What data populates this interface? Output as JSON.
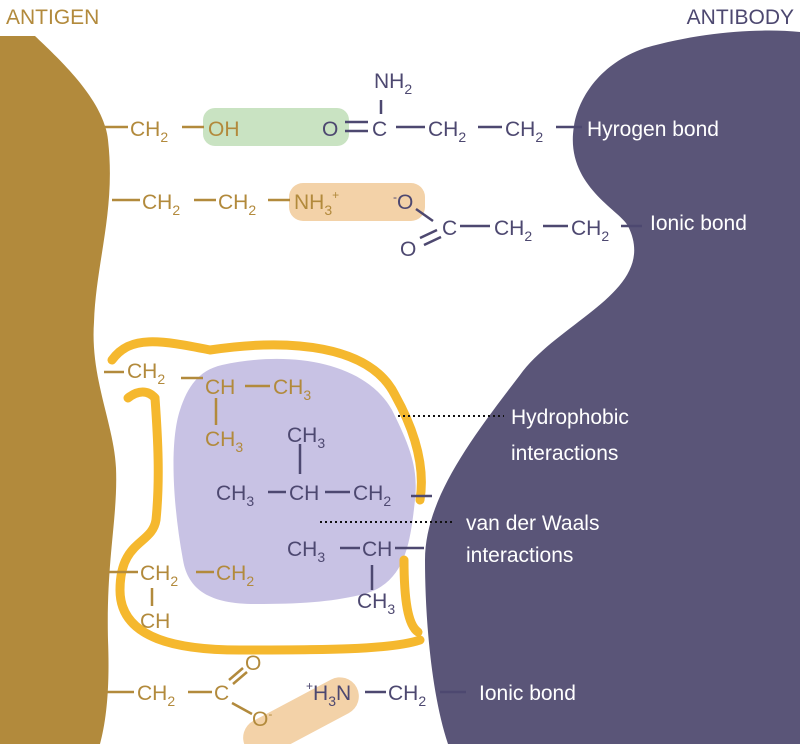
{
  "titles": {
    "antigen": "ANTIGEN",
    "antibody": "ANTIBODY"
  },
  "colors": {
    "antigen": "#b28a3c",
    "antibody": "#5a5578",
    "antibody_text": "#4d4870",
    "hydrophobic_patch": "#c8c2e4",
    "hydrophobic_outline": "#f5b82e",
    "hbond_highlight": "#c9e3c2",
    "ionic_highlight": "#f3d2a8"
  },
  "bond_labels": {
    "hydrogen": "Hyrogen bond",
    "ionic_1": "Ionic bond",
    "hydrophobic_1": "Hydrophobic",
    "hydrophobic_2": "interactions",
    "vdw_1": "van der Waals",
    "vdw_2": "interactions",
    "ionic_2": "Ionic bond"
  },
  "chem": {
    "ch": "CH",
    "c": "C",
    "o": "O",
    "oh": "OH",
    "n": "N",
    "nh": "NH",
    "h": "H",
    "sub2": "2",
    "sub3": "3",
    "plus": "+",
    "minus": "-"
  }
}
